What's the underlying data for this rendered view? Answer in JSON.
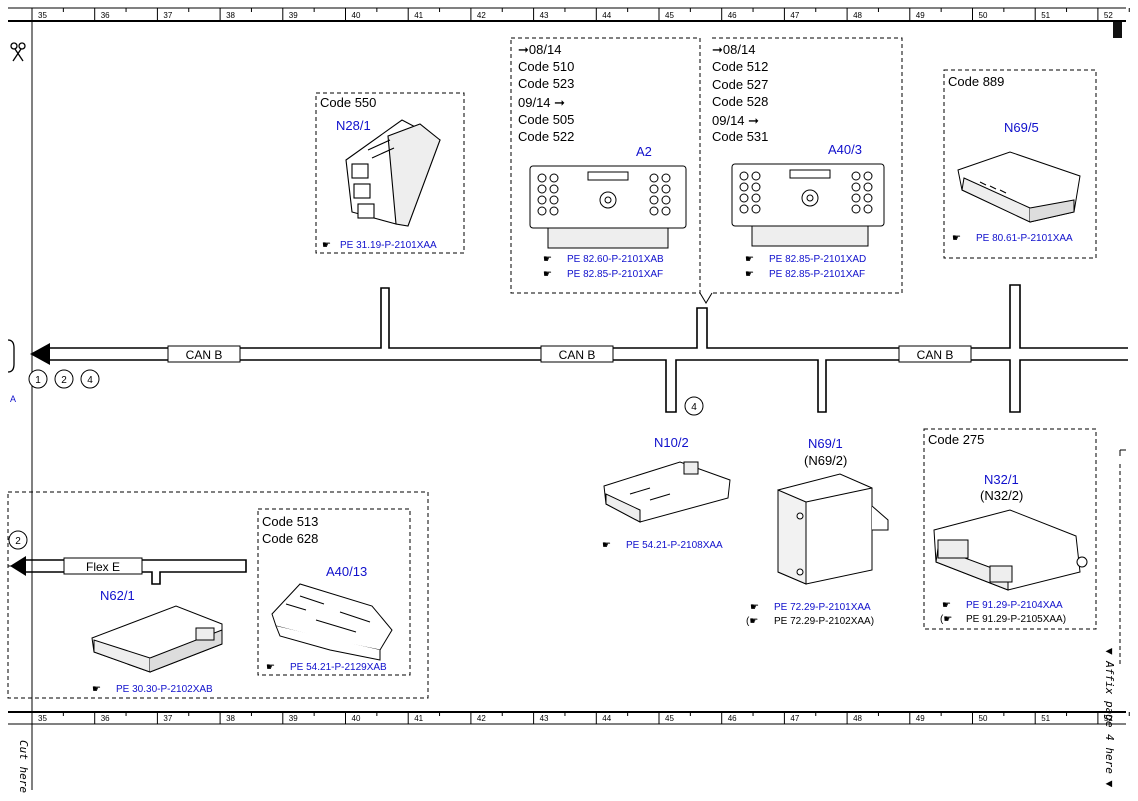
{
  "ruler": {
    "columns": [
      "35",
      "36",
      "37",
      "38",
      "39",
      "40",
      "41",
      "42",
      "43",
      "44",
      "45",
      "46",
      "47",
      "48",
      "49",
      "50",
      "51",
      "52"
    ]
  },
  "margin": {
    "cut_here": "Cut here",
    "affix_here": "▼ Affix page 4 here ▼",
    "row_letter": "A"
  },
  "bus": {
    "can_b_label": "CAN B",
    "flex_e_label": "Flex E",
    "markers": [
      "1",
      "2",
      "4"
    ],
    "marker_n10": "4",
    "marker_flex": "2"
  },
  "components": {
    "n28_1": {
      "code": "Code 550",
      "name": "N28/1",
      "ref": "PE 31.19-P-2101XAA"
    },
    "a2": {
      "code_lines": [
        "➞08/14",
        "Code 510",
        "Code 523",
        "09/14 ➞",
        "Code 505",
        "Code 522"
      ],
      "name": "A2",
      "refs": [
        "PE 82.60-P-2101XAB",
        "PE 82.85-P-2101XAF"
      ]
    },
    "a40_3": {
      "code_lines": [
        "➞08/14",
        "Code 512",
        "Code 527",
        "Code 528",
        "09/14 ➞",
        "Code 531"
      ],
      "name": "A40/3",
      "refs": [
        "PE 82.85-P-2101XAD",
        "PE 82.85-P-2101XAF"
      ]
    },
    "n69_5": {
      "code": "Code 889",
      "name": "N69/5",
      "ref": "PE 80.61-P-2101XAA"
    },
    "n10_2": {
      "name": "N10/2",
      "ref": "PE 54.21-P-2108XAA"
    },
    "n69_1": {
      "name": "N69/1",
      "alt": "(N69/2)",
      "refs": [
        "PE 72.29-P-2101XAA",
        "PE 72.29-P-2102XAA)"
      ]
    },
    "n32_1": {
      "code": "Code 275",
      "name": "N32/1",
      "alt": "(N32/2)",
      "refs": [
        "PE 91.29-P-2104XAA",
        "PE 91.29-P-2105XAA)"
      ]
    },
    "a40_13": {
      "code_lines": [
        "Code 513",
        "Code 628"
      ],
      "name": "A40/13",
      "ref": "PE 54.21-P-2129XAB"
    },
    "n62_1": {
      "name": "N62/1",
      "ref": "PE 30.30-P-2102XAB"
    }
  },
  "colors": {
    "accent": "#1010cc",
    "line": "#000000"
  }
}
